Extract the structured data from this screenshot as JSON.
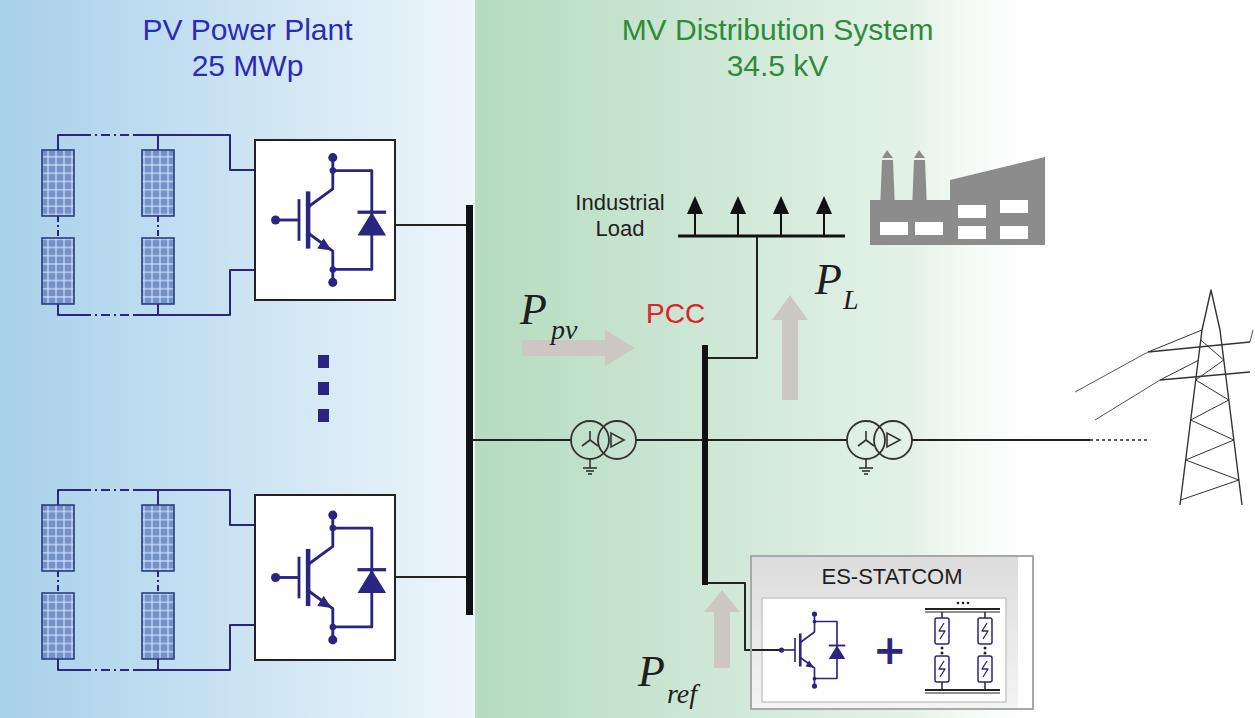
{
  "diagram": {
    "nodes": [
      {
        "text": [
          "PV Power Plant",
          "25 MWp"
        ]
      },
      {
        "text": [
          "MV Distribution System",
          "34.5 kV"
        ]
      },
      {
        "text": [
          "ES-STATCOM"
        ],
        "in": 1
      }
    ],
    "labels": [
      "Industrial Load",
      "P",
      "pv",
      "PCC",
      "P",
      "L",
      "P",
      "ref",
      "+"
    ]
  }
}
